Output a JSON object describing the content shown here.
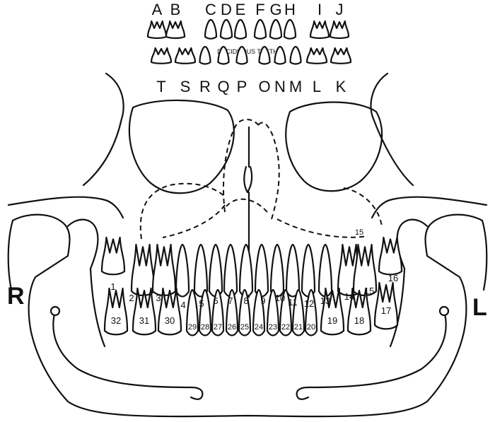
{
  "diagram": {
    "deciduous_caption": "DECIDUOUS TEETH",
    "upper_deciduous_letters": [
      "A",
      "B",
      "C",
      "D",
      "E",
      "F",
      "G",
      "H",
      "I",
      "J"
    ],
    "lower_deciduous_letters": [
      "T",
      "S",
      "R",
      "Q",
      "P",
      "O",
      "N",
      "M",
      "L",
      "K"
    ],
    "side_labels": {
      "right": "R",
      "left": "L"
    },
    "upper_permanent_numbers": [
      "1",
      "2",
      "3",
      "4",
      "5",
      "6",
      "7",
      "8",
      "9",
      "10",
      "11",
      "12",
      "13",
      "14",
      "15",
      "16"
    ],
    "developing_upper_number": "15",
    "lower_permanent_numbers": [
      "32",
      "31",
      "30",
      "29",
      "28",
      "27",
      "26",
      "25",
      "24",
      "23",
      "22",
      "21",
      "20",
      "19",
      "18",
      "17"
    ]
  }
}
